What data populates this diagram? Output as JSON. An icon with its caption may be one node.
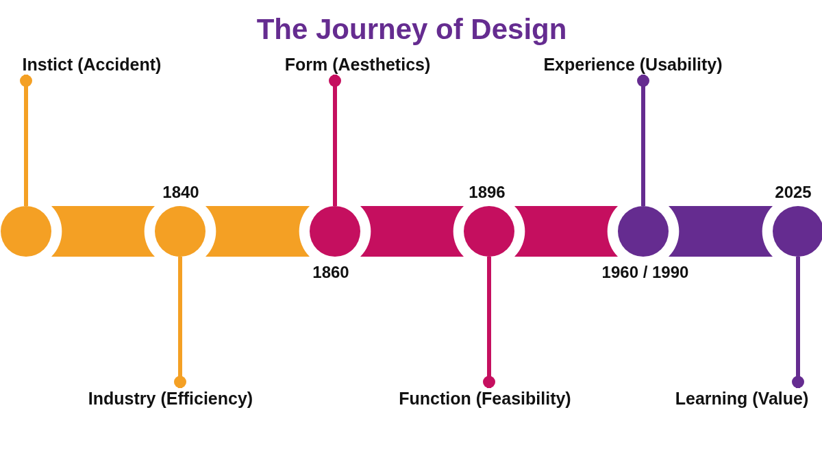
{
  "diagram": {
    "title": "The Journey of Design",
    "nodes": [
      {
        "text": [
          "Instict (Accident)"
        ]
      },
      {
        "text": [
          "Form (Aesthetics)"
        ]
      },
      {
        "text": [
          "Experience (Usability)"
        ]
      },
      {
        "text": [],
        "shape": "circle"
      },
      {
        "text": [],
        "shape": "bar"
      },
      {
        "text": [],
        "shape": "circle",
        "beside": [
          "1840"
        ]
      },
      {
        "text": [],
        "shape": "bar"
      },
      {
        "text": [],
        "shape": "circle",
        "beside": [
          "1860"
        ]
      },
      {
        "text": [],
        "shape": "bar"
      },
      {
        "text": [],
        "shape": "circle",
        "beside": [
          "1896"
        ]
      },
      {
        "text": [],
        "shape": "bar"
      },
      {
        "text": [],
        "shape": "circle",
        "beside": [
          "1960 / 1990"
        ]
      },
      {
        "text": [],
        "shape": "bar"
      },
      {
        "text": [],
        "shape": "circle",
        "beside": [
          "2025"
        ]
      },
      {
        "text": [
          "Industry (Efficiency)"
        ]
      },
      {
        "text": [
          "Function (Feasibility)"
        ]
      },
      {
        "text": [
          "Learning (Value)"
        ]
      }
    ],
    "edges": [
      {
        "from": 0,
        "to": 3,
        "arrow": "other",
        "color": "#f4a024"
      },
      {
        "from": 14,
        "to": 5,
        "arrow": "other",
        "color": "#f4a024"
      },
      {
        "from": 1,
        "to": 7,
        "arrow": "other",
        "color": "#c50f5f"
      },
      {
        "from": 15,
        "to": 9,
        "arrow": "other",
        "color": "#c50f5f"
      },
      {
        "from": 2,
        "to": 11,
        "arrow": "other",
        "color": "#652c90"
      },
      {
        "from": 16,
        "to": 13,
        "arrow": "other",
        "color": "#652c90"
      }
    ]
  }
}
